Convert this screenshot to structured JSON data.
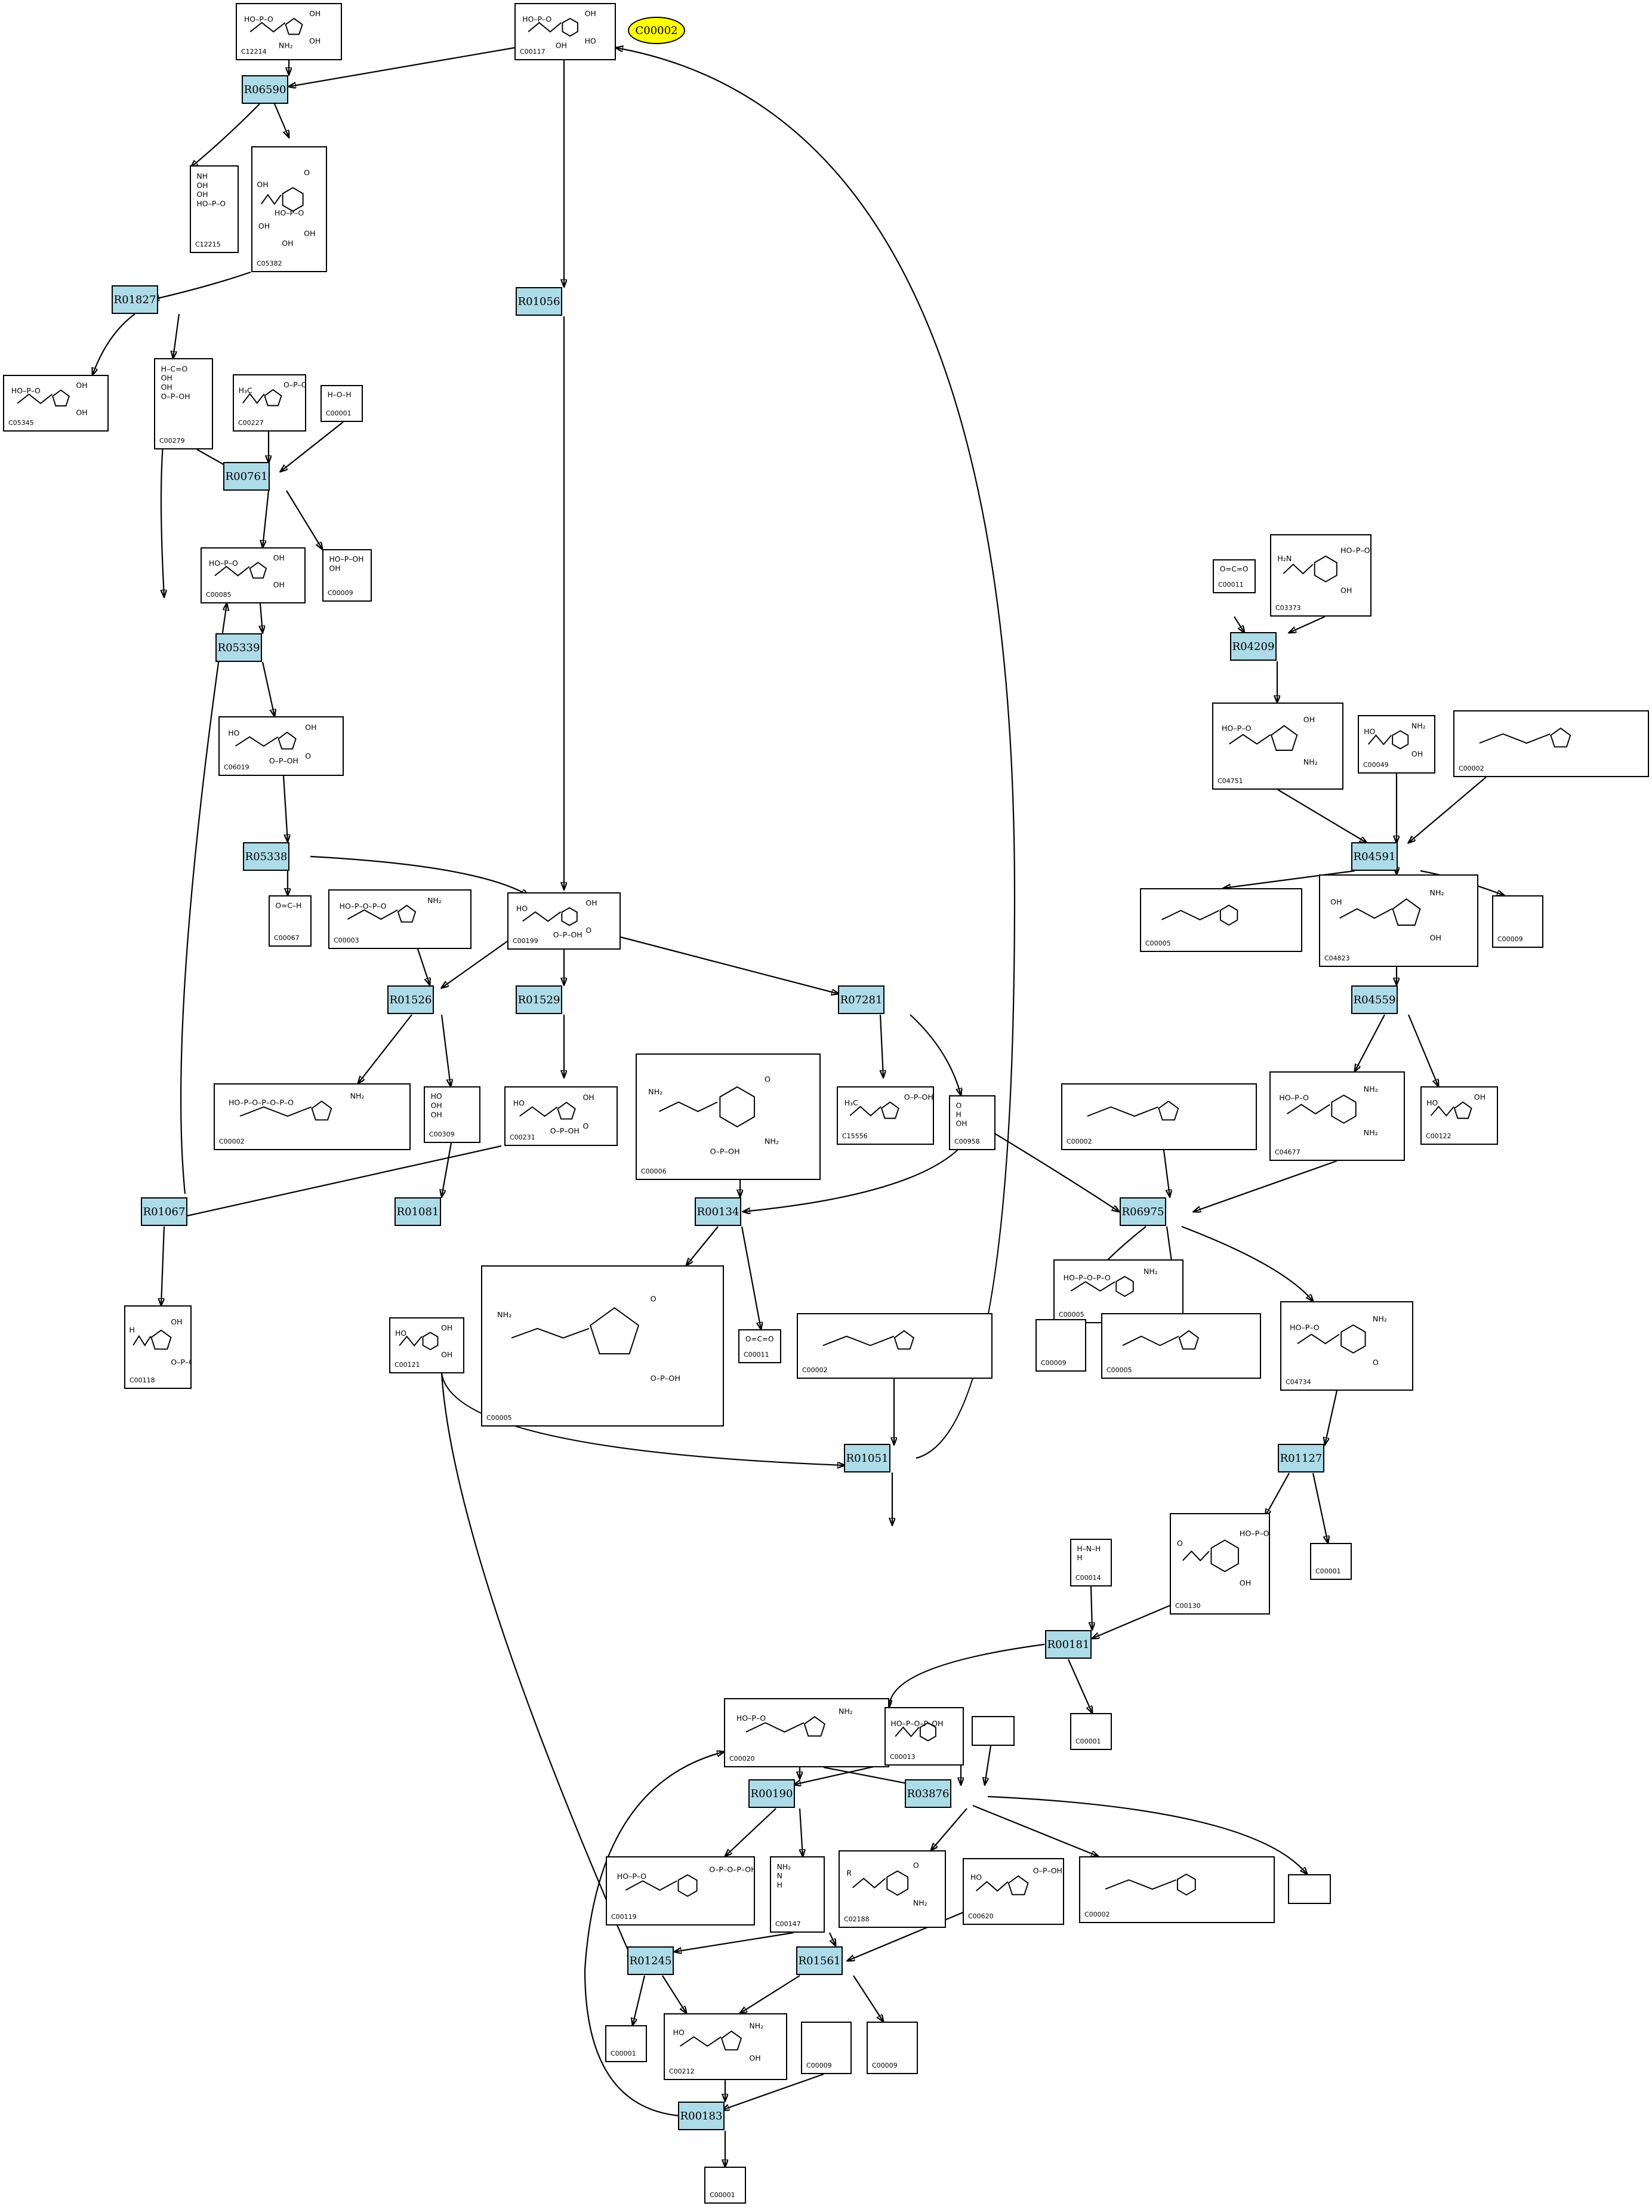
{
  "highlight_node": "C00002",
  "reactions": [
    "R06590",
    "R01827",
    "R01056",
    "R00761",
    "R05339",
    "R05338",
    "R01526",
    "R01529",
    "R07281",
    "R01067",
    "R01081",
    "R00134",
    "R01051",
    "R04209",
    "R04591",
    "R04559",
    "R06975",
    "R01127",
    "R00181",
    "R00190",
    "R03876",
    "R01245",
    "R01561",
    "R00183"
  ],
  "compounds": [
    {
      "id": "C12214",
      "labels": [
        "HO–P–O",
        "OH",
        "OH",
        "NH₂"
      ]
    },
    {
      "id": "C00117",
      "labels": [
        "HO–P–O",
        "OH",
        "HO",
        "OH"
      ]
    },
    {
      "id": "C12215",
      "labels": [
        "NH",
        "OH",
        "OH",
        "HO–P–O"
      ]
    },
    {
      "id": "C05382",
      "labels": [
        "OH",
        "O",
        "OH",
        "OH",
        "OH",
        "HO–P–O"
      ]
    },
    {
      "id": "C05345",
      "labels": [
        "HO–P–O",
        "OH",
        "OH"
      ]
    },
    {
      "id": "C00279",
      "labels": [
        "H–C=O",
        "OH",
        "OH",
        "O–P–OH"
      ]
    },
    {
      "id": "C00227",
      "labels": [
        "H₃C",
        "O–P–OH"
      ]
    },
    {
      "id": "C00001",
      "labels": [
        "H–O–H"
      ]
    },
    {
      "id": "C00085",
      "labels": [
        "HO–P–O",
        "OH",
        "OH"
      ]
    },
    {
      "id": "C00009",
      "labels": [
        "HO–P–OH",
        "OH"
      ]
    },
    {
      "id": "C06019",
      "labels": [
        "HO",
        "OH",
        "O",
        "O–P–OH"
      ]
    },
    {
      "id": "C00067",
      "labels": [
        "O=C–H"
      ]
    },
    {
      "id": "C00003",
      "labels": [
        "HO–P–O–P–O",
        "NH₂"
      ]
    },
    {
      "id": "C00199",
      "labels": [
        "HO",
        "OH",
        "O",
        "O–P–OH"
      ]
    },
    {
      "id": "C00002",
      "labels": [
        "HO–P–O–P–O–P–O",
        "NH₂"
      ]
    },
    {
      "id": "C00309",
      "labels": [
        "HO",
        "OH",
        "OH"
      ]
    },
    {
      "id": "C00231",
      "labels": [
        "HO",
        "OH",
        "O",
        "O–P–OH"
      ]
    },
    {
      "id": "C00006",
      "labels": [
        "NH₂",
        "O",
        "NH₂",
        "O–P–OH"
      ]
    },
    {
      "id": "C15556",
      "labels": [
        "H₃C",
        "O–P–OH"
      ]
    },
    {
      "id": "C00958",
      "labels": [
        "O",
        "H",
        "OH"
      ]
    },
    {
      "id": "C00118",
      "labels": [
        "H",
        "OH",
        "O–P–OH"
      ]
    },
    {
      "id": "C00121",
      "labels": [
        "HO",
        "OH",
        "OH"
      ]
    },
    {
      "id": "C00005",
      "labels": [
        "NH₂",
        "O",
        "O–P–OH"
      ]
    },
    {
      "id": "C00011",
      "labels": [
        "O=C=O"
      ]
    },
    {
      "id": "C00005b",
      "labels": [
        "HO–P–O–P–O",
        "NH₂"
      ]
    },
    {
      "id": "C00011b",
      "labels": [
        "O=C=O"
      ]
    },
    {
      "id": "C03373",
      "labels": [
        "H₂N",
        "HO–P–O",
        "OH"
      ]
    },
    {
      "id": "C04751",
      "labels": [
        "HO–P–O",
        "OH",
        "NH₂"
      ]
    },
    {
      "id": "C00049",
      "labels": [
        "HO",
        "NH₂",
        "OH"
      ]
    },
    {
      "id": "C04823",
      "labels": [
        "OH",
        "NH₂",
        "OH"
      ]
    },
    {
      "id": "C04677",
      "labels": [
        "HO–P–O",
        "NH₂",
        "NH₂"
      ]
    },
    {
      "id": "C00122",
      "labels": [
        "HO",
        "OH"
      ]
    },
    {
      "id": "C04734",
      "labels": [
        "HO–P–O",
        "NH₂",
        "O"
      ]
    },
    {
      "id": "C00130",
      "labels": [
        "O",
        "HO–P–O",
        "OH"
      ]
    },
    {
      "id": "C00014",
      "labels": [
        "H–N–H",
        "H"
      ]
    },
    {
      "id": "C00020",
      "labels": [
        "HO–P–O",
        "NH₂"
      ]
    },
    {
      "id": "C00013",
      "labels": [
        "HO–P–O–P–OH"
      ]
    },
    {
      "id": "C00119",
      "labels": [
        "HO–P–O",
        "O–P–O–P–OH"
      ]
    },
    {
      "id": "C00147",
      "labels": [
        "NH₂",
        "N",
        "H"
      ]
    },
    {
      "id": "C02188",
      "labels": [
        "R",
        "O",
        "NH₂"
      ]
    },
    {
      "id": "C00620",
      "labels": [
        "HO",
        "O–P–OH"
      ]
    },
    {
      "id": "C00212",
      "labels": [
        "HO",
        "NH₂",
        "OH"
      ]
    }
  ]
}
